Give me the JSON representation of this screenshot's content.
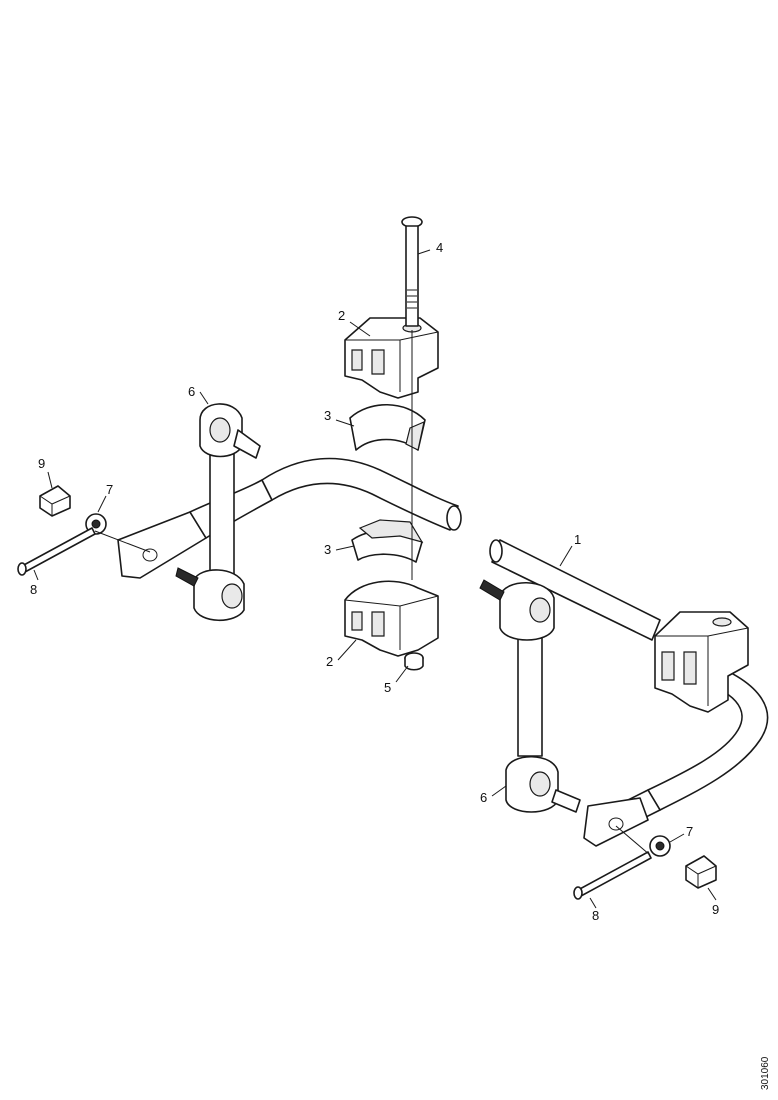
{
  "callouts": {
    "c1": "1",
    "c2a": "2",
    "c2b": "2",
    "c3a": "3",
    "c3b": "3",
    "c4": "4",
    "c5": "5",
    "c6a": "6",
    "c6b": "6",
    "c7a": "7",
    "c7b": "7",
    "c8a": "8",
    "c8b": "8",
    "c9a": "9",
    "c9b": "9"
  },
  "reference_code": "301060"
}
